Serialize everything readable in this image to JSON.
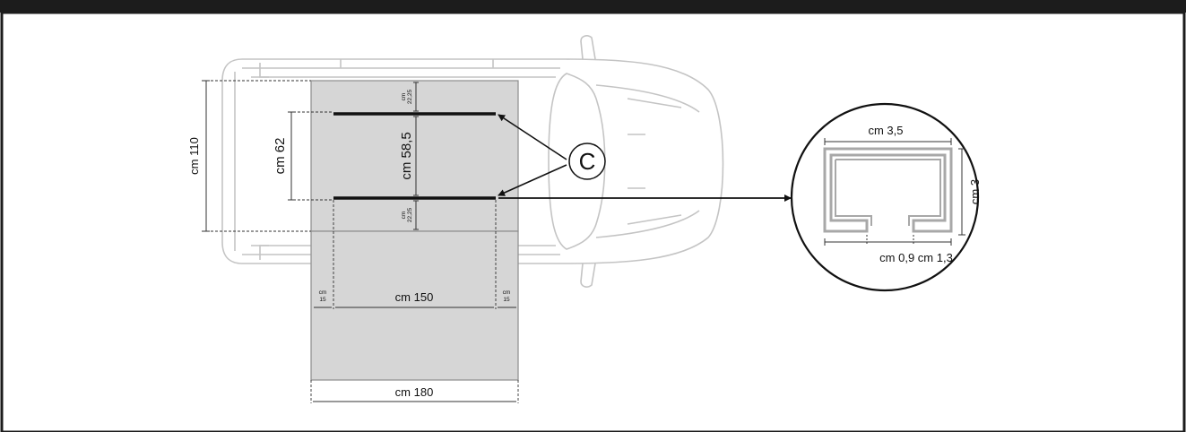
{
  "colors": {
    "top_bar": "#1c1c1c",
    "van_outline": "#c4c4c4",
    "panel_fill": "#d6d6d6",
    "panel_stroke": "#8c8c8c",
    "rail": "#111111",
    "profile": "#a8a8a8"
  },
  "dimensions": {
    "overall_length": "cm 110",
    "rail_spacing_outer": "cm 62",
    "rail_spacing_inner": "cm 58,5",
    "top_margin_unit": "cm",
    "top_margin_value": "22,25",
    "bottom_margin_unit": "cm",
    "bottom_margin_value": "22,25",
    "left_offset_unit": "cm",
    "left_offset_value": "15",
    "right_offset_unit": "cm",
    "right_offset_value": "15",
    "rail_length": "cm 150",
    "panel_width": "cm 180"
  },
  "callout": {
    "letter": "C"
  },
  "profile_detail": {
    "width": "cm 3,5",
    "height": "cm 3",
    "bottom_dims": "cm 0,9 cm 1,3"
  }
}
